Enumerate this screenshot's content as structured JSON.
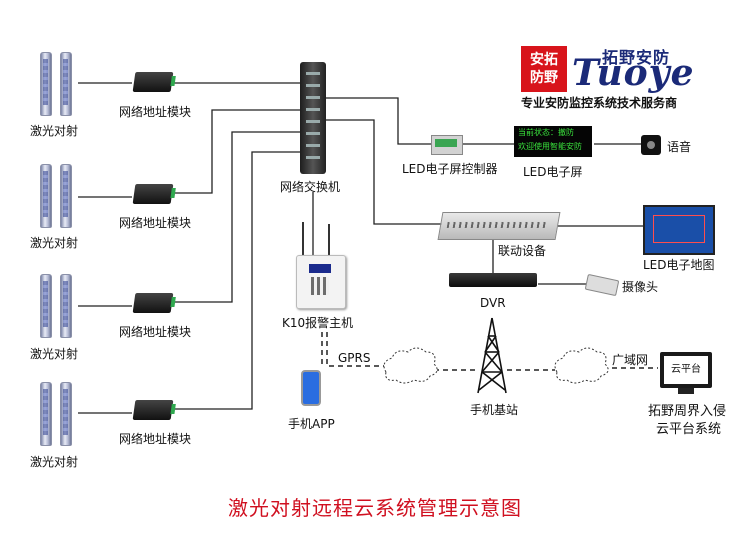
{
  "title": "激光对射远程云系统管理示意图",
  "brand": {
    "box_line1": "安拓",
    "box_line2": "防野",
    "name_cn": "拓野安防",
    "name_en": "Tuoye",
    "tagline": "专业安防监控系统技术服务商"
  },
  "laser_label": "激光对射",
  "module_label": "网络地址模块",
  "switch_label": "网络交换机",
  "led_controller_label": "LED电子屏控制器",
  "led_screen": {
    "label": "LED电子屏",
    "line1": "当前状态：撤防",
    "line2": "欢迎使用智能安防"
  },
  "voice_label": "语音",
  "linkage_label": "联动设备",
  "led_map_label": "LED电子地图",
  "dvr_label": "DVR",
  "camera_label": "摄像头",
  "alarm_host_label": "K10报警主机",
  "gprs_label": "GPRS",
  "phone_app_label": "手机APP",
  "base_station_label": "手机基站",
  "wan_label": "广域网",
  "cloud_screen_text": "云平台",
  "cloud_system_line1": "拓野周界入侵",
  "cloud_system_line2": "云平台系统",
  "colors": {
    "title": "#d01020",
    "brand_red": "#d8141b",
    "brand_blue": "#1b2a78",
    "led_text": "#39e13c"
  }
}
